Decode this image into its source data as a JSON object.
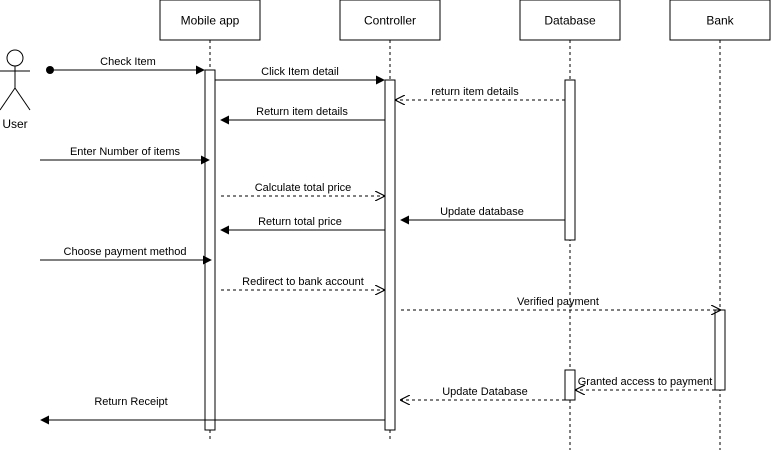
{
  "actor": {
    "label": "User"
  },
  "participants": [
    {
      "id": "mobile",
      "label": "Mobile app"
    },
    {
      "id": "controller",
      "label": "Controller"
    },
    {
      "id": "database",
      "label": "Database"
    },
    {
      "id": "bank",
      "label": "Bank"
    }
  ],
  "messages": [
    {
      "label": "Check Item",
      "from": "user",
      "to": "mobile",
      "style": "solid",
      "start_dot": true
    },
    {
      "label": "Click Item detail",
      "from": "mobile",
      "to": "controller",
      "style": "solid"
    },
    {
      "label": "return item details",
      "from": "database",
      "to": "controller",
      "style": "dashed"
    },
    {
      "label": "Return item details",
      "from": "controller",
      "to": "mobile",
      "style": "solid"
    },
    {
      "label": "Enter Number of items",
      "from": "user",
      "to": "mobile",
      "style": "solid"
    },
    {
      "label": "Calculate total price",
      "from": "mobile",
      "to": "controller",
      "style": "dashed"
    },
    {
      "label": "Update database",
      "from": "database",
      "to": "controller",
      "style": "solid"
    },
    {
      "label": "Return total price",
      "from": "controller",
      "to": "mobile",
      "style": "solid"
    },
    {
      "label": "Choose payment method",
      "from": "user",
      "to": "mobile",
      "style": "solid"
    },
    {
      "label": "Redirect to bank account",
      "from": "mobile",
      "to": "controller",
      "style": "dashed"
    },
    {
      "label": "Verified payment",
      "from": "controller",
      "to": "bank",
      "style": "dashed"
    },
    {
      "label": "Granted access to payment",
      "from": "bank",
      "to": "database",
      "style": "dashed"
    },
    {
      "label": "Update Database",
      "from": "database",
      "to": "controller",
      "style": "dashed"
    },
    {
      "label": "Return Receipt",
      "from": "controller",
      "to": "user",
      "style": "solid"
    }
  ]
}
